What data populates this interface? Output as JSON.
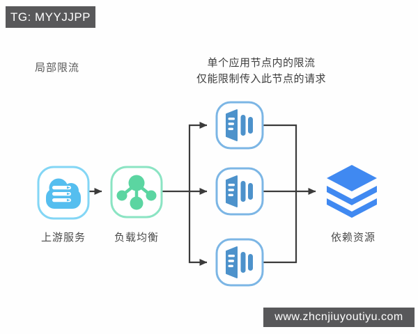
{
  "watermarks": {
    "top_left": "TG: MYYJJPP",
    "bottom_right": "www.zhcnjiuyoutiyu.com"
  },
  "annotations": {
    "section_label": "局部限流",
    "note_line1": "单个应用节点内的限流",
    "note_line2": "仅能限制传入此节点的请求"
  },
  "nodes": {
    "upstream": {
      "label": "上游服务",
      "icon": "cloud-servers-icon",
      "color": "#55BEEF",
      "border": "#83D6F5"
    },
    "load_balancer": {
      "label": "负载均衡",
      "icon": "network-hub-icon",
      "color": "#5BD5A1",
      "border": "#8BE4C3"
    },
    "app_instances": {
      "count": 3,
      "icon": "app-instance-icon",
      "color": "#4D92CB",
      "border": "#7CB6E5"
    },
    "dependency": {
      "label": "依赖资源",
      "icon": "layers-stack-icon",
      "color": "#4089F1"
    }
  },
  "flow": {
    "arrow_color": "#3B3B3B",
    "edges": [
      "upstream -> load_balancer",
      "load_balancer -> app_instance_1",
      "load_balancer -> app_instance_2",
      "load_balancer -> app_instance_3",
      "app_instances -> dependency"
    ]
  }
}
